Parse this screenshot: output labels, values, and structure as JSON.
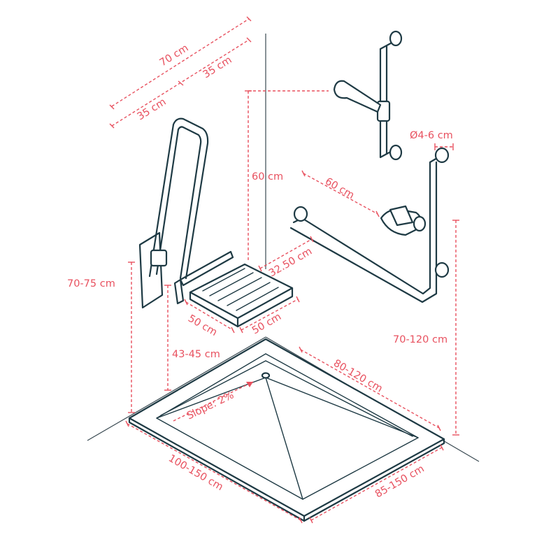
{
  "labels": {
    "seat_width_total": "70 cm",
    "seat_half_right": "35 cm",
    "seat_half_left": "35 cm",
    "grab_height": "60 cm",
    "grab_length": "60 cm",
    "bar_diameter": "Ø4-6 cm",
    "seat_offset": "32.50 cm",
    "backrest_height": "70-75 cm",
    "seat_depth": "50 cm",
    "seat_width": "50 cm",
    "seat_height": "43-45 cm",
    "tray_width": "80-120 cm",
    "vertical_bar_height": "70-120 cm",
    "slope": "Slope: 2%",
    "tray_length_left": "100-150 cm",
    "tray_length_right": "85-150 cm"
  },
  "colors": {
    "line": "#1e3a44",
    "dimension": "#e8515f",
    "background": "#ffffff"
  }
}
